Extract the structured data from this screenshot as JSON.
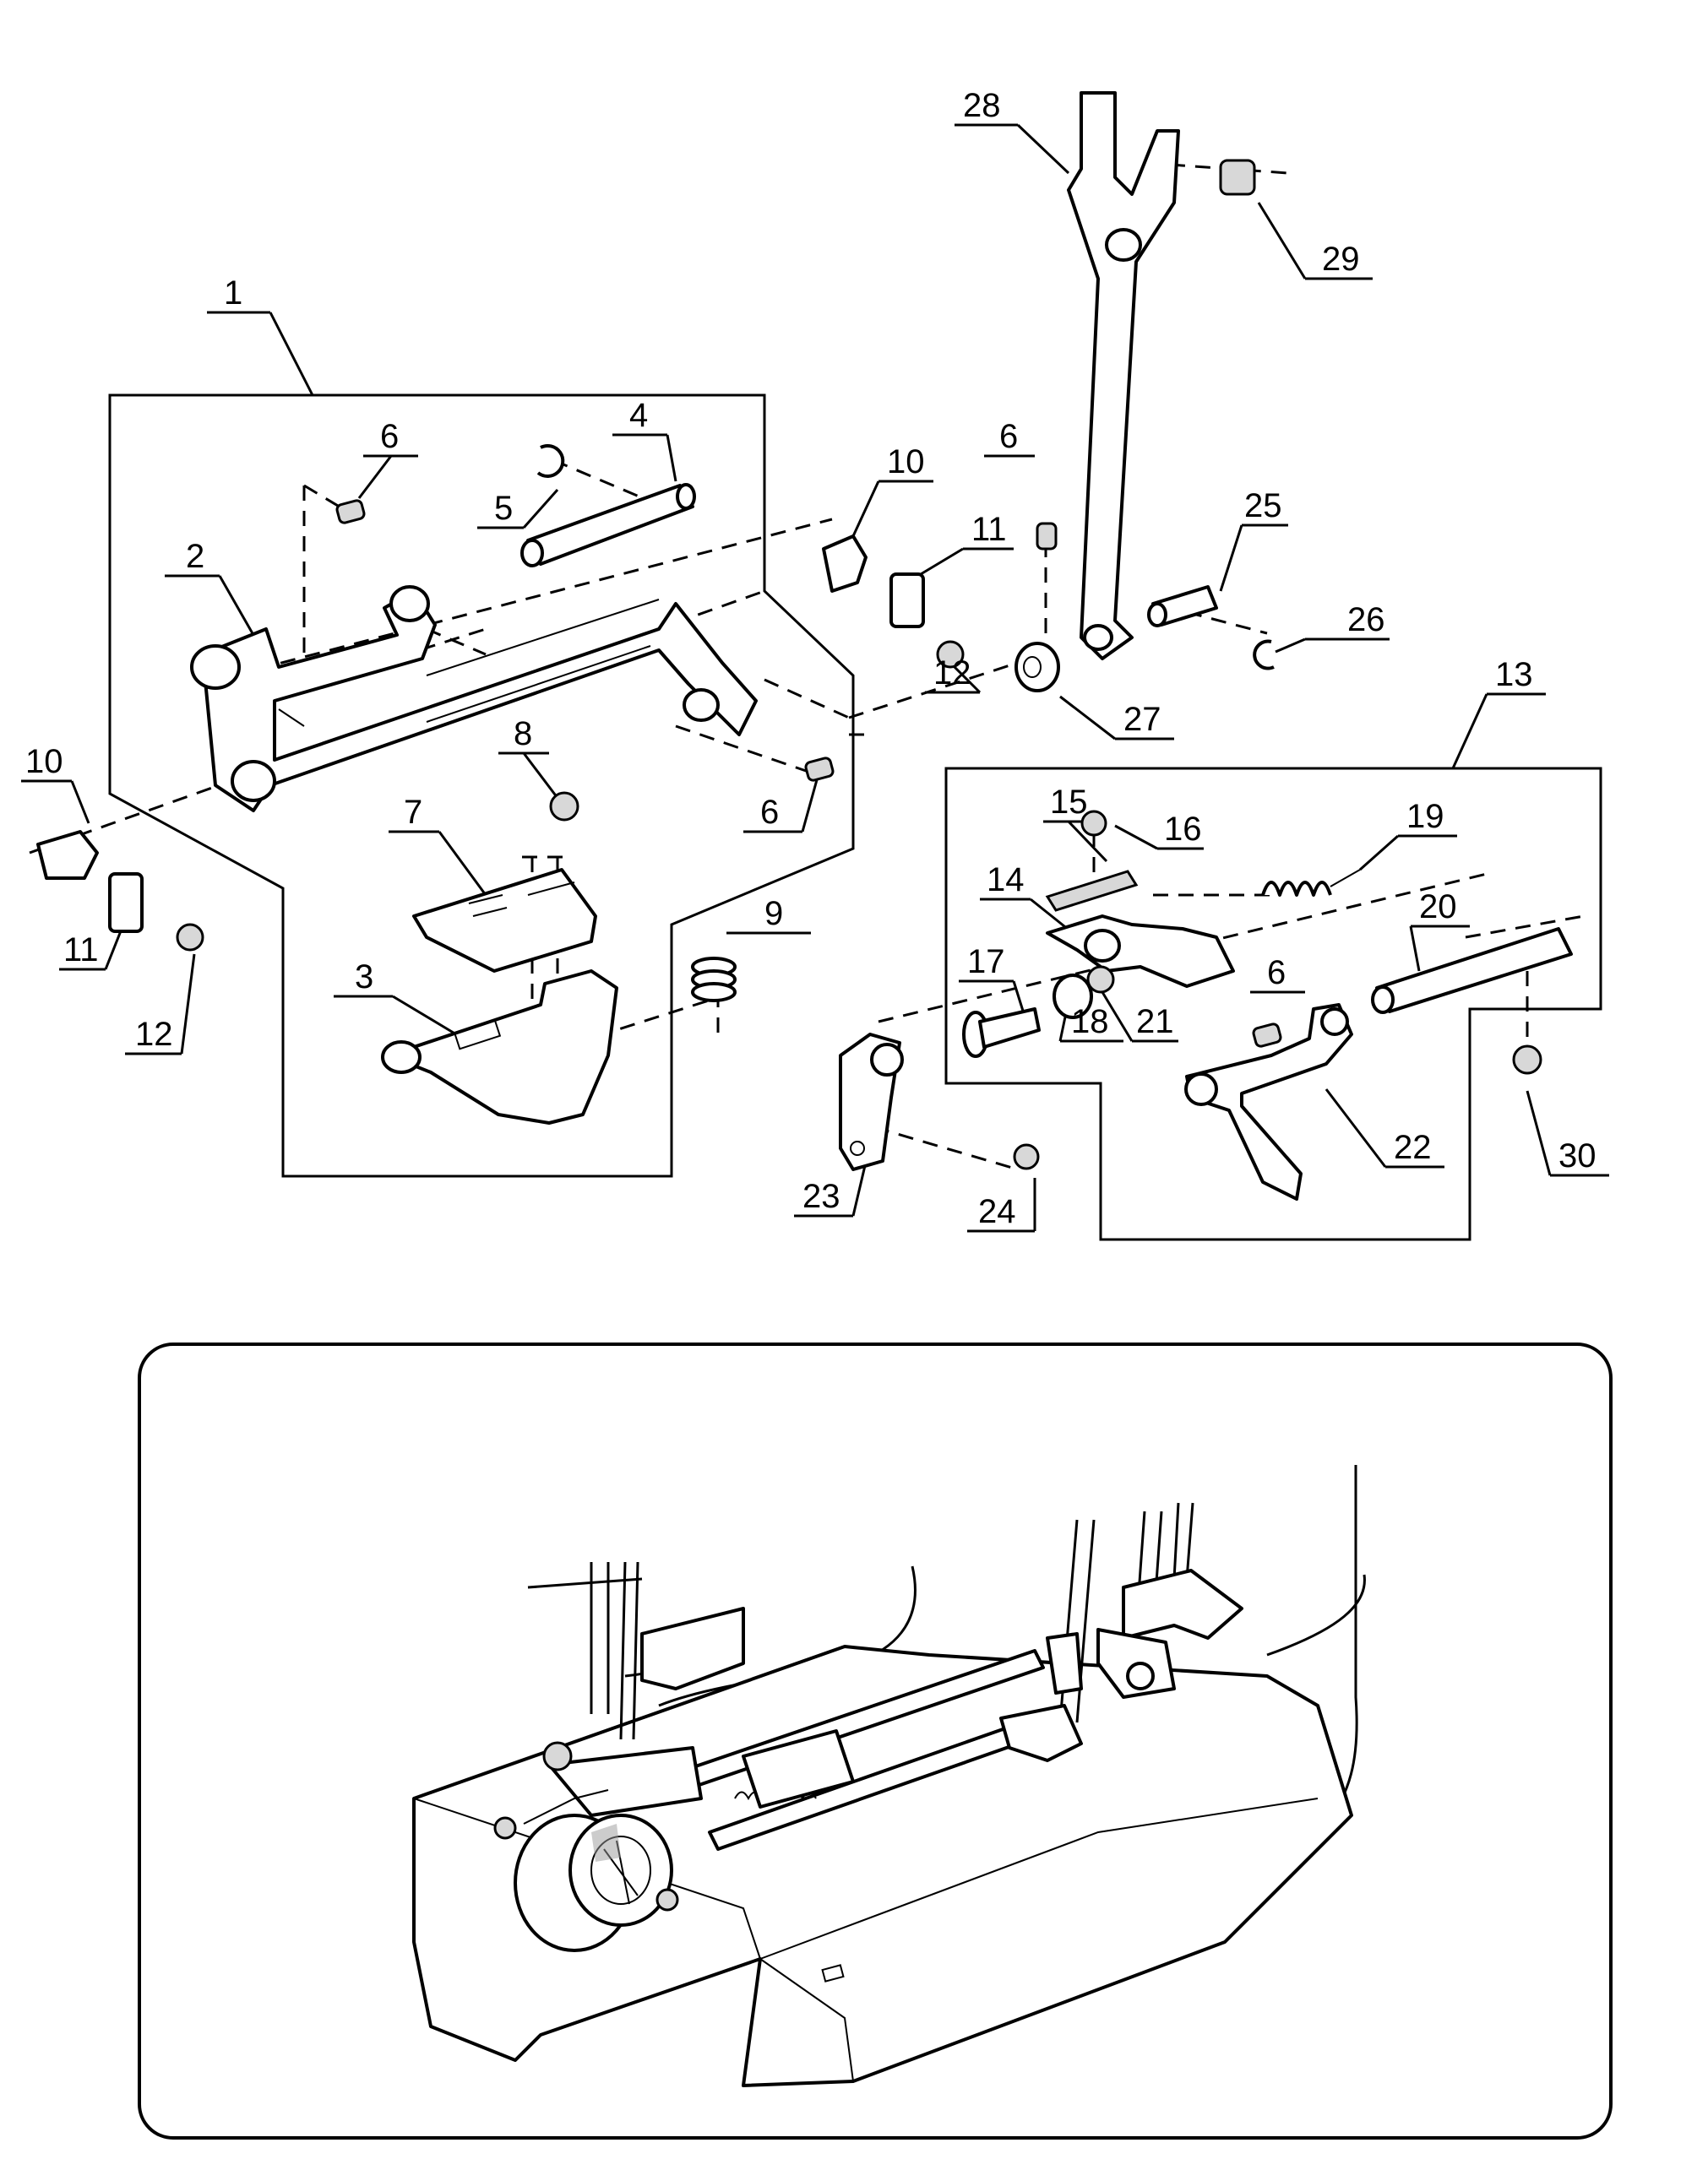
{
  "parts": [
    {
      "n": "1"
    },
    {
      "n": "2"
    },
    {
      "n": "3"
    },
    {
      "n": "4"
    },
    {
      "n": "5"
    },
    {
      "n": "6"
    },
    {
      "n": "6"
    },
    {
      "n": "6"
    },
    {
      "n": "6"
    },
    {
      "n": "7"
    },
    {
      "n": "8"
    },
    {
      "n": "9"
    },
    {
      "n": "10"
    },
    {
      "n": "10"
    },
    {
      "n": "11"
    },
    {
      "n": "11"
    },
    {
      "n": "12"
    },
    {
      "n": "12"
    },
    {
      "n": "13"
    },
    {
      "n": "14"
    },
    {
      "n": "15"
    },
    {
      "n": "16"
    },
    {
      "n": "17"
    },
    {
      "n": "18"
    },
    {
      "n": "19"
    },
    {
      "n": "20"
    },
    {
      "n": "21"
    },
    {
      "n": "22"
    },
    {
      "n": "23"
    },
    {
      "n": "24"
    },
    {
      "n": "25"
    },
    {
      "n": "26"
    },
    {
      "n": "27"
    },
    {
      "n": "28"
    },
    {
      "n": "29"
    },
    {
      "n": "30"
    }
  ]
}
